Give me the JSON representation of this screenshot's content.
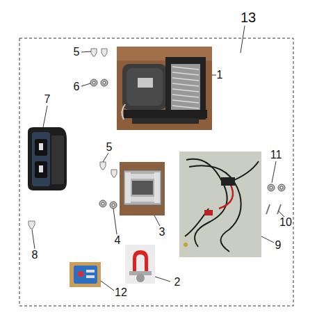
{
  "diagram": {
    "labels": [
      "13",
      "5",
      "6",
      "1",
      "7",
      "5",
      "4",
      "3",
      "11",
      "10",
      "9",
      "8",
      "2",
      "12"
    ]
  }
}
